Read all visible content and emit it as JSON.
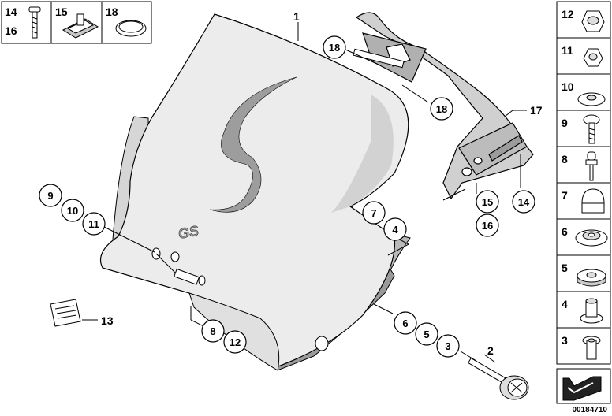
{
  "diagram": {
    "top_legend": [
      {
        "numbers": [
          "14",
          "16"
        ],
        "icon": "screw-icon"
      },
      {
        "numbers": [
          "15"
        ],
        "icon": "clip-nut-icon"
      },
      {
        "numbers": [
          "18"
        ],
        "icon": "o-ring-icon"
      }
    ],
    "side_legend": [
      {
        "number": "12",
        "icon": "hex-nut-icon"
      },
      {
        "number": "11",
        "icon": "collar-nut-icon"
      },
      {
        "number": "10",
        "icon": "washer-icon"
      },
      {
        "number": "9",
        "icon": "screw-icon"
      },
      {
        "number": "8",
        "icon": "bolt-icon"
      },
      {
        "number": "7",
        "icon": "cap-nut-icon"
      },
      {
        "number": "6",
        "icon": "grommet-icon"
      },
      {
        "number": "5",
        "icon": "rubber-bushing-icon"
      },
      {
        "number": "4",
        "icon": "spacer-sleeve-icon"
      },
      {
        "number": "3",
        "icon": "spacer-icon"
      }
    ],
    "part_callouts": {
      "windshield": "1",
      "adjuster_bolt": "2",
      "label": "13",
      "bracket": "17"
    },
    "circled_callouts": [
      "18",
      "18",
      "9",
      "10",
      "11",
      "7",
      "4",
      "8",
      "12",
      "6",
      "5",
      "3",
      "15",
      "14",
      "16"
    ],
    "windshield_logo": "GS",
    "catalog_number": "00184710",
    "colors": {
      "line": "#000000",
      "fill": "#ffffff",
      "panel": "#d0d0d0",
      "shading": "#a8a8a8"
    },
    "corner_icon": "arrow-icon"
  }
}
